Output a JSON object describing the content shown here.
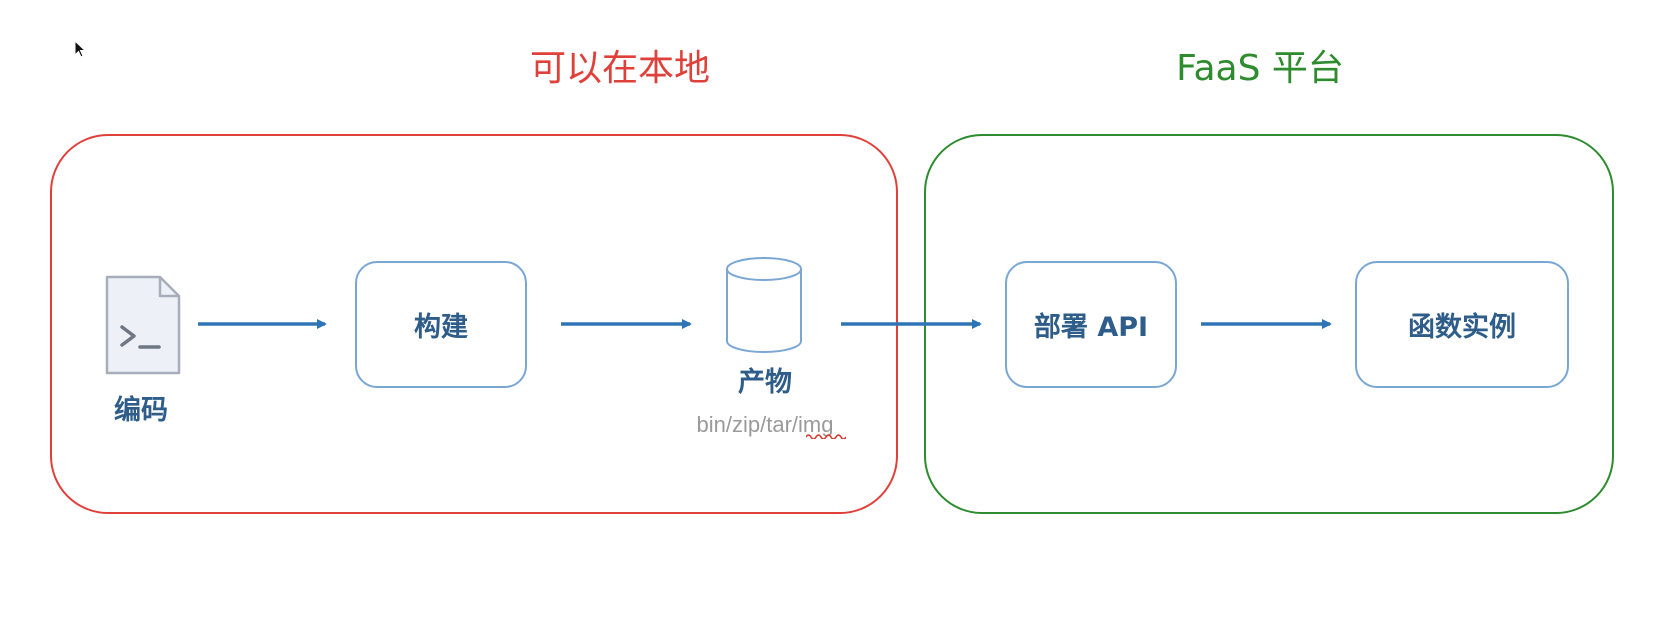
{
  "groups": {
    "local": {
      "title": "可以在本地",
      "color": "#e0403a"
    },
    "faas": {
      "title": "FaaS 平台",
      "color": "#2e8b2e"
    }
  },
  "nodes": {
    "code": {
      "label": "编码",
      "icon": "terminal-document-icon"
    },
    "build": {
      "label": "构建"
    },
    "artifact": {
      "label": "产物",
      "formats": "bin/zip/tar/img",
      "icon": "database-cylinder-icon"
    },
    "deploy": {
      "label": "部署 API"
    },
    "instance": {
      "label": "函数实例"
    }
  },
  "colors": {
    "node_text": "#2f5d8a",
    "node_border": "#7aa6d4",
    "arrow": "#2e75b6",
    "muted_text": "#9a9a9a",
    "icon_fill": "#edf0f6",
    "icon_stroke": "#a7adba"
  }
}
